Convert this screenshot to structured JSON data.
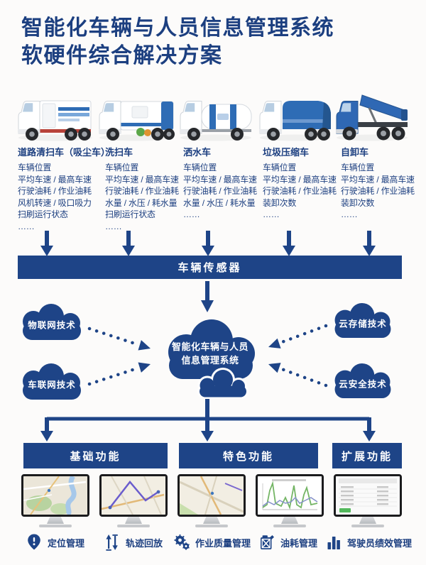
{
  "header": {
    "title_line1": "智能化车辆与人员信息管理系统",
    "title_line2": "软硬件综合解决方案"
  },
  "colors": {
    "primary_navy": "#1e4487",
    "title_navy": "#1c3f80",
    "truck_blue": "#2e6cb5",
    "table_green": "#53b85c"
  },
  "vehicles": [
    {
      "name": "道路清扫车（吸尘车）",
      "truck_icon": "road-sweeper-vacuum-truck",
      "attributes": [
        "车辆位置",
        "平均车速 / 最高车速",
        "行驶油耗 / 作业油耗",
        "风机转速 / 吸口吸力",
        "扫刷运行状态",
        "……"
      ]
    },
    {
      "name": "洗扫车",
      "truck_icon": "washing-sweeper-truck",
      "attributes": [
        "车辆位置",
        "平均车速 / 最高车速",
        "行驶油耗 / 作业油耗",
        "水量 / 水压 / 耗水量",
        "扫刷运行状态",
        "……"
      ]
    },
    {
      "name": "洒水车",
      "truck_icon": "water-sprinkler-truck",
      "attributes": [
        "车辆位置",
        "平均车速 / 最高车速",
        "行驶油耗 / 作业油耗",
        "水量 / 水压 / 耗水量",
        "……"
      ]
    },
    {
      "name": "垃圾压缩车",
      "truck_icon": "garbage-compactor-truck",
      "attributes": [
        "车辆位置",
        "平均车速 / 最高车速",
        "行驶油耗 / 作业油耗",
        "装卸次数",
        "……"
      ]
    },
    {
      "name": "自卸车",
      "truck_icon": "dump-truck",
      "attributes": [
        "车辆位置",
        "平均车速 / 最高车速",
        "行驶油耗 / 作业油耗",
        "装卸次数",
        "……"
      ]
    }
  ],
  "sensor_bar": {
    "label": "车辆传感器"
  },
  "clouds": {
    "left": [
      {
        "label": "物联网技术"
      },
      {
        "label": "车联网技术"
      }
    ],
    "right": [
      {
        "label": "云存储技术"
      },
      {
        "label": "云安全技术"
      }
    ],
    "center": {
      "line1": "智能化车辆与人员",
      "line2": "信息管理系统"
    }
  },
  "function_boxes": [
    {
      "label": "基础功能"
    },
    {
      "label": "特色功能"
    },
    {
      "label": "扩展功能"
    }
  ],
  "monitors": [
    {
      "screen": "map-city-overview"
    },
    {
      "screen": "map-route-playback"
    },
    {
      "screen": "map-route-detail"
    },
    {
      "screen": "fuel-consumption-line-chart"
    },
    {
      "screen": "management-data-table"
    }
  ],
  "management_features": [
    {
      "icon": "location-pin-icon",
      "label": "定位管理"
    },
    {
      "icon": "track-playback-icon",
      "label": "轨迹回放"
    },
    {
      "icon": "gears-icon",
      "label": "作业质量管理"
    },
    {
      "icon": "fuel-can-icon",
      "label": "油耗管理"
    },
    {
      "icon": "bar-chart-icon",
      "label": "驾驶员绩效管理"
    }
  ]
}
